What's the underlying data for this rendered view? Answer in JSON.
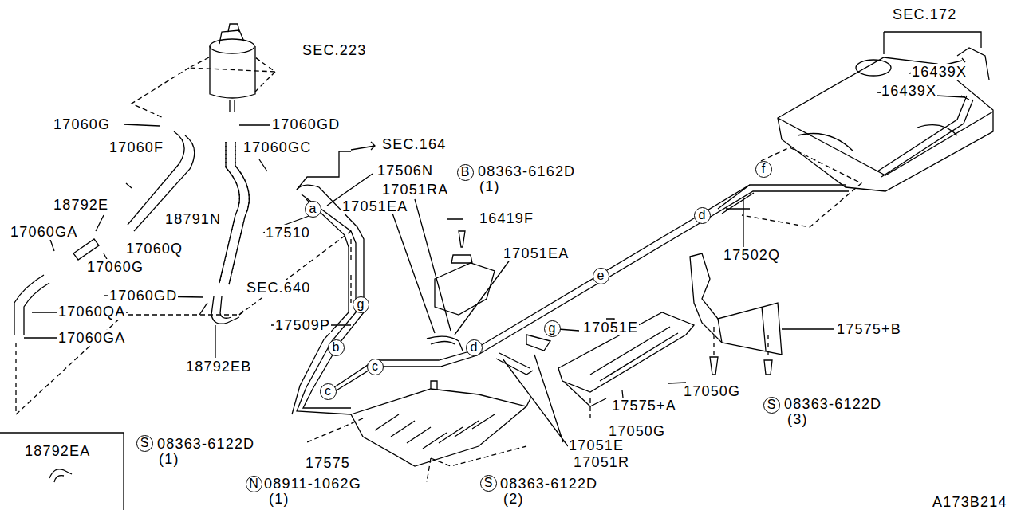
{
  "diagram": {
    "nodes": [
      {
        "text": [
          "B"
        ]
      },
      {
        "text": [
          "f"
        ]
      },
      {
        "text": [
          "a"
        ]
      },
      {
        "text": [
          "d"
        ]
      },
      {
        "text": [
          "e"
        ]
      },
      {
        "text": [
          "g"
        ]
      },
      {
        "text": [
          "g"
        ]
      },
      {
        "text": [
          "d"
        ]
      },
      {
        "text": [
          "b"
        ]
      },
      {
        "text": [
          "c"
        ]
      },
      {
        "text": [
          "c"
        ]
      },
      {
        "text": [
          "S"
        ]
      },
      {
        "text": [
          "S"
        ]
      },
      {
        "text": [
          "S"
        ]
      },
      {
        "text": [
          "N"
        ]
      }
    ],
    "edges": [],
    "labels": [
      "SEC.223",
      "SEC.172",
      "16439X",
      "16439X",
      "17060G",
      "17060GD",
      "17060GC",
      "SEC.164",
      "17060F",
      "17506N",
      "08363-6162D",
      "(1)",
      "17051RA",
      "18792E",
      "18791N",
      "17051EA",
      "16419F",
      "17060GA",
      "17060Q",
      "17510",
      "17051EA",
      "17502Q",
      "17060G",
      "SEC.640",
      "17060GD",
      "17060QA",
      "17509P",
      "17051E",
      "17575+B",
      "17060GA",
      "18792EB",
      "17575+A",
      "17050G",
      "08363-6122D",
      "(3)",
      "17050G",
      "08363-6122D",
      "(1)",
      "17575",
      "17051R",
      "17051E",
      "08363-6122D",
      "(2)",
      "08911-1062G",
      "(1)",
      "18792EA",
      "A173B214"
    ]
  }
}
